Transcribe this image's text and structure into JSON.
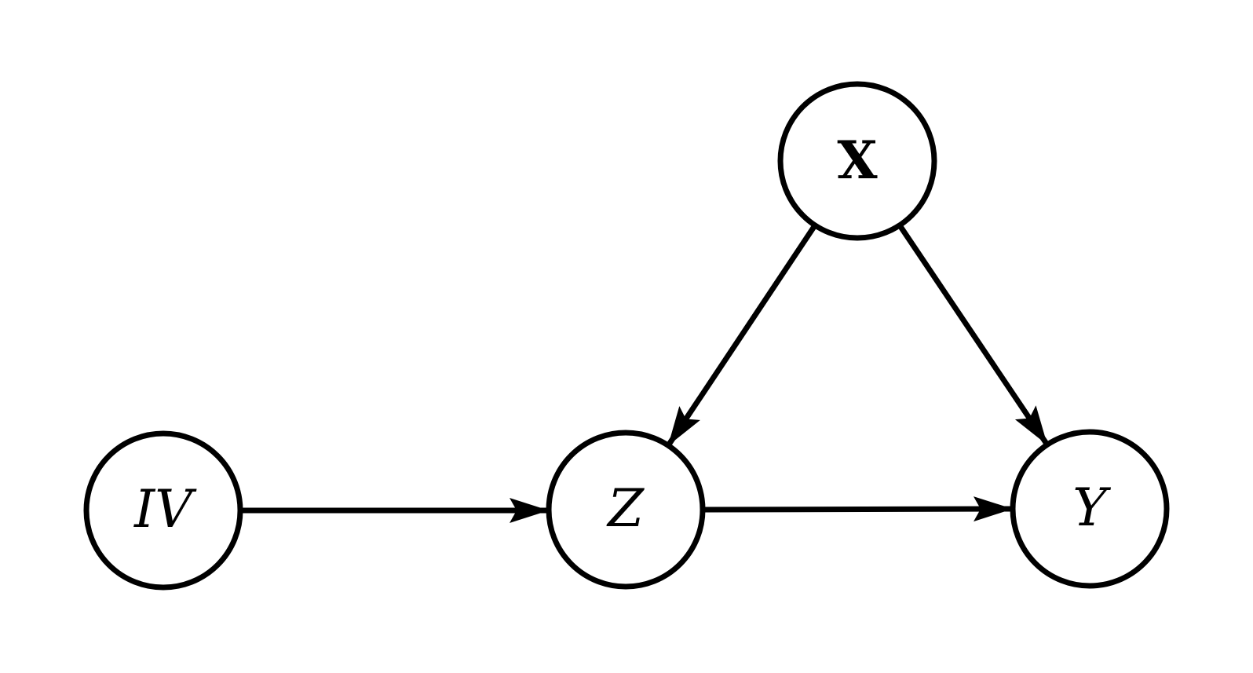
{
  "page": {
    "background": "#ffffff"
  },
  "diagram": {
    "type": "causal-dag",
    "stroke_color": "#000000",
    "node_fill": "#ffffff",
    "nodes": [
      {
        "id": "IV",
        "label": "IV",
        "font_style": "italic"
      },
      {
        "id": "X",
        "label": "X",
        "font_style": "bold"
      },
      {
        "id": "Z",
        "label": "Z",
        "font_style": "italic"
      },
      {
        "id": "Y",
        "label": "Y",
        "font_style": "italic"
      }
    ],
    "edges": [
      {
        "from": "IV",
        "to": "Z"
      },
      {
        "from": "X",
        "to": "Z"
      },
      {
        "from": "X",
        "to": "Y"
      },
      {
        "from": "Z",
        "to": "Y"
      }
    ]
  }
}
